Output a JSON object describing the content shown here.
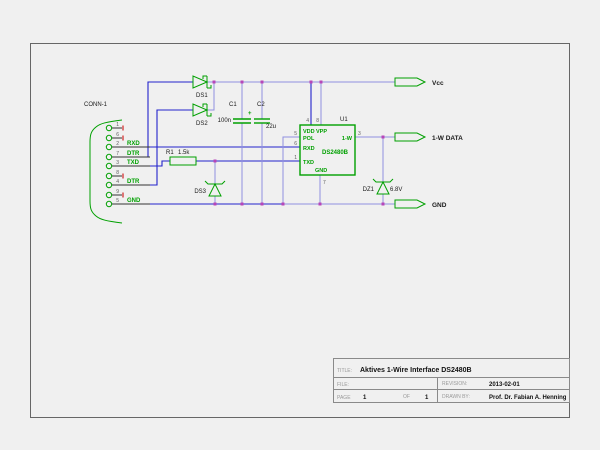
{
  "window": {
    "background": "#f0f0f0"
  },
  "colors": {
    "component_green": "#00a000",
    "wire_blue": "#2323cc",
    "wire_violet": "#9090e0",
    "junction_dot": "#b846b8",
    "unconnected_pin_red": "#d02020",
    "text_black": "#1a1a1a",
    "table_label_gray": "#999999"
  },
  "schematic": {
    "connector": {
      "ref": "CONN-1",
      "pins": [
        {
          "number": "1",
          "net": ""
        },
        {
          "number": "6",
          "net": ""
        },
        {
          "number": "2",
          "net": "RXD"
        },
        {
          "number": "7",
          "net": "DTR"
        },
        {
          "number": "3",
          "net": "TXD"
        },
        {
          "number": "8",
          "net": ""
        },
        {
          "number": "4",
          "net": "DTR"
        },
        {
          "number": "9",
          "net": ""
        },
        {
          "number": "5",
          "net": "GND"
        }
      ]
    },
    "diodes": {
      "ds1_ref": "DS1",
      "ds2_ref": "DS2",
      "ds3_ref": "DS3",
      "dz1_ref": "DZ1",
      "dz1_value": "6.8V"
    },
    "resistor": {
      "ref": "R1",
      "value": "1.5k"
    },
    "capacitors": {
      "c1_ref": "C1",
      "c1_value": "100n",
      "c2_ref": "C2",
      "c2_value": "22u",
      "c2_polarity": "+"
    },
    "ic": {
      "ref": "U1",
      "part": "DS2480B",
      "pin_names": {
        "vdd": "VDD",
        "vpp": "VPP",
        "pol": "POL",
        "rxd": "RXD",
        "txd": "TXD",
        "onewire": "1-W",
        "gnd": "GND"
      },
      "pin_numbers": {
        "vdd": "4",
        "vpp": "8",
        "pol": "5",
        "rxd": "6",
        "txd": "1",
        "onewire": "3",
        "gnd": "7"
      }
    },
    "flags": {
      "vcc": "Vcc",
      "data": "1-W DATA",
      "gnd": "GND"
    }
  },
  "title_block": {
    "title_label": "TITLE:",
    "title": "Aktives 1-Wire Interface DS2480B",
    "file_label": "FILE:",
    "page_label": "PAGE",
    "page": "1",
    "of_label": "OF",
    "page_total": "1",
    "revision_label": "REVISION:",
    "revision": "2013-02-01",
    "drawn_by_label": "DRAWN BY:",
    "drawn_by": "Prof. Dr. Fabian A. Henning"
  }
}
